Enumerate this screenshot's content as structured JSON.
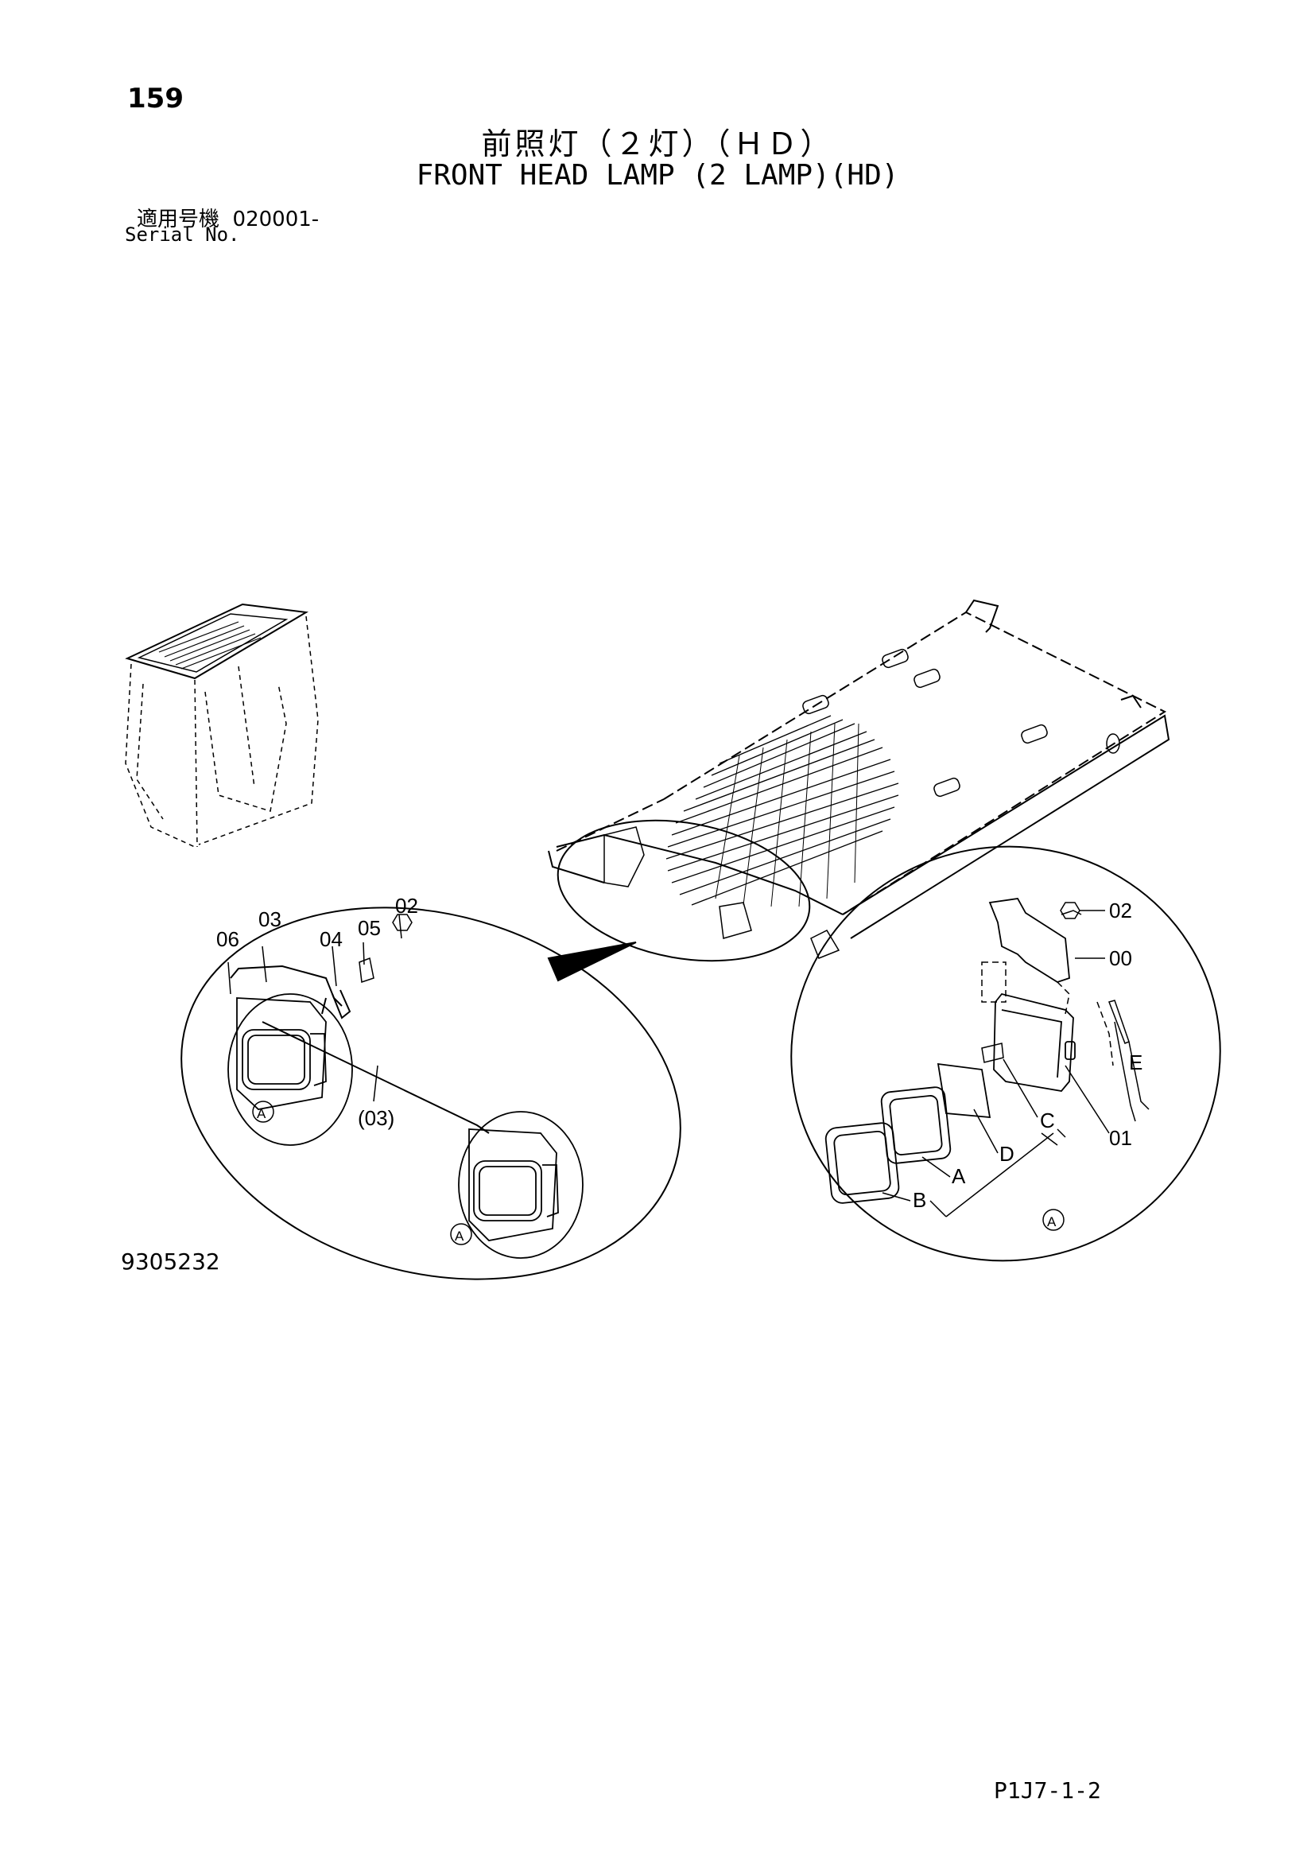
{
  "header": {
    "page_number": "159",
    "title_ja": "前照灯（２灯）（ＨＤ）",
    "title_en": "FRONT HEAD LAMP (2 LAMP)(HD)",
    "serial_label_ja": "適用号機",
    "serial_value": "020001-",
    "serial_label_en": "Serial No."
  },
  "diagram": {
    "left_callouts": [
      "06",
      "03",
      "04",
      "05",
      "02",
      "(03)",
      "A",
      "A"
    ],
    "right_callouts": [
      "02",
      "00",
      "E",
      "C",
      "01",
      "D",
      "A",
      "B",
      "A"
    ]
  },
  "footer": {
    "drawing_code": "9305232",
    "page_code": "P1J7-1-2"
  },
  "colors": {
    "line": "#000000",
    "background": "#ffffff"
  }
}
